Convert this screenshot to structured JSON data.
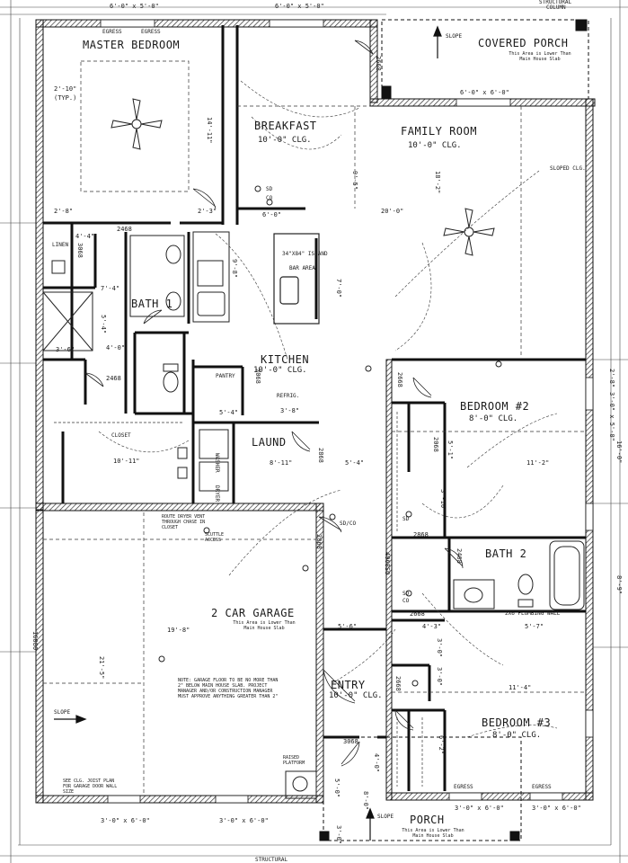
{
  "rooms": {
    "master_bedroom": "MASTER BEDROOM",
    "breakfast": "BREAKFAST",
    "breakfast_clg": "10'-0\" CLG.",
    "family_room": "FAMILY ROOM",
    "family_clg": "10'-0\" CLG.",
    "covered_porch": "COVERED PORCH",
    "covered_porch_note": "This Area is Lower Than Main House Slab",
    "bath_1": "BATH 1",
    "kitchen": "KITCHEN",
    "kitchen_clg": "10'-0\" CLG.",
    "laund": "LAUND",
    "bedroom_2": "BEDROOM #2",
    "bedroom_2_clg": "8'-0\" CLG.",
    "bath_2": "BATH 2",
    "garage": "2 CAR GARAGE",
    "garage_note": "This Area is Lower Than Main House Slab",
    "entry": "ENTRY",
    "entry_clg": "10'-0\" CLG.",
    "bedroom_3": "BEDROOM #3",
    "bedroom_3_clg": "8'-0\" CLG.",
    "porch": "PORCH",
    "porch_note": "This Area is Lower Than Main House Slab"
  },
  "small_labels": {
    "egress": "EGRESS",
    "closet": "CLOSET",
    "linen": "LINEN",
    "pantry": "PANTRY",
    "refrig": "REFRIG.",
    "island": "34\"X84\" ISLAND",
    "bar_area": "BAR AREA",
    "structural": "STRUCTURAL",
    "column": "COLUMN",
    "slope": "SLOPE",
    "sloped_clg": "SLOPED CLG.",
    "sd": "SD",
    "co": "CO",
    "sdco": "SD/CO",
    "plumbing_wall": "2X6 PLUMBING WALL",
    "raised_platform": "RAISED PLATFORM",
    "dryer_vent": "ROUTE DRYER VENT THROUGH CHASE IN CLOSET",
    "joist_note": "SEE CLG. JOIST PLAN FOR GARAGE DOOR WALL SIZE",
    "attic": "SCUTTLE ACCESS",
    "washer": "WASHER",
    "dryer": "DRYER"
  },
  "garage_floor_note": "NOTE: GARAGE FLOOR TO BE NO MORE THAN 2\" BELOW MAIN HOUSE SLAB. PROJECT MANAGER AND/OR CONSTRUCTION MANAGER MUST APPROVE ANYTHING GREATER THAN 2\"",
  "dimensions": {
    "win_top_left": "6'-0\" x 5'-0\"",
    "win_top_mid": "6'-0\" x 5'-0\"",
    "win_porch": "6'-0\" x 6'-0\"",
    "win_bot_left": "3'-0\" x 6'-0\"",
    "win_bot_mid": "3'-0\" x 6'-0\"",
    "win_bot_bed3a": "3'-0\" x 6'-0\"",
    "win_bot_bed3b": "3'-0\" x 6'-0\"",
    "d_2_10": "2'-10\"",
    "d_typ": "(TYP.)",
    "d_14_11": "14'-11\"",
    "d_2_8a": "2'-8\"",
    "d_2_3": "2'-3\"",
    "d_6_0": "6'-0\"",
    "d_20_0": "20'-0\"",
    "d_9_5": "9'-5\"",
    "d_18_2": "18'-2\"",
    "d_4_4": "4'-4\"",
    "d_7_4": "7'-4\"",
    "d_3_6": "3'-6\"",
    "d_5_4": "5'-4\"",
    "d_4_0": "4'-0\"",
    "d_9_8": "9'-8\"",
    "d_7_0": "7'-0\"",
    "d_10_11": "10'-11\"",
    "d_5_4b": "5'-4\"",
    "d_3_8": "3'-8\"",
    "d_8_11": "8'-11\"",
    "d_5_4c": "5'-4\"",
    "d_11_2": "11'-2\"",
    "d_3_10": "3'-10\"",
    "d_5_1": "5'-1\"",
    "d_19_8": "19'-8\"",
    "d_21_5": "21'-5\"",
    "d_5_6": "5'-6\"",
    "d_4_3": "4'-3\"",
    "d_5_7": "5'-7\"",
    "d_11_4": "11'-4\"",
    "d_3_0": "3'-0\"",
    "d_3_0b": "3'-0\"",
    "d_6_2": "6'-2\"",
    "d_4_0b": "4'-0\"",
    "d_5_0": "5'-0\"",
    "d_8_0": "8'-0\"",
    "d_3_0c": "3'-0\"",
    "d_8_9": "8'-9\"",
    "d_16_0": "16'-0\"",
    "win_right_a": "3'-0\" x 5'-0\"",
    "win_right_b": "2'-8\"",
    "door_2668a": "2668",
    "door_2668b": "2668",
    "door_3068a": "3068",
    "door_2468a": "2468",
    "door_2468b": "2468",
    "door_2868a": "2868",
    "door_2868b": "2868",
    "door_2868c": "2868",
    "door_2068": "2068",
    "door_2068b": "2068",
    "door_2668c": "2668",
    "door_3068b": "3068",
    "door_2668d": "2668",
    "door_2468c": "2468",
    "door_garage": "16080",
    "door_entry": "4068SO"
  }
}
